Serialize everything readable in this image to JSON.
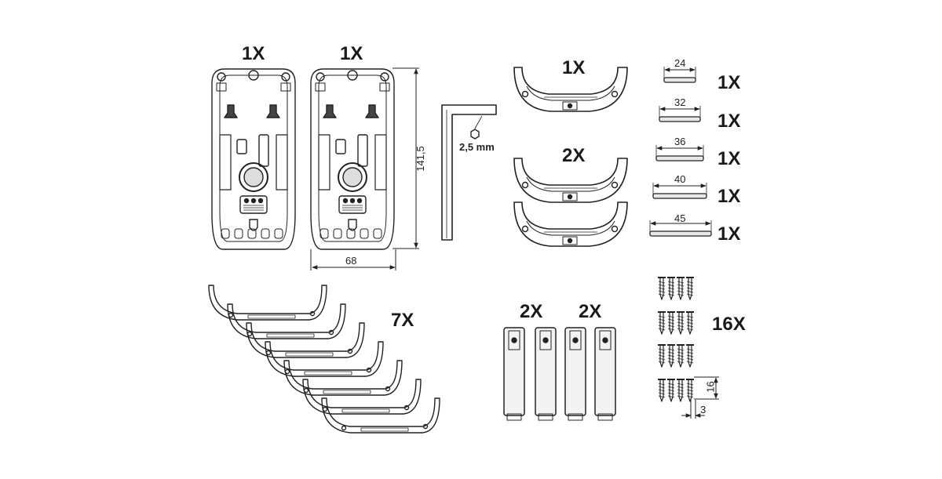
{
  "quantities": {
    "plate_left": "1X",
    "plate_right": "1X",
    "bracket_single": "1X",
    "bracket_double": "2X",
    "rods_group": "7X",
    "posts_left": "2X",
    "posts_right": "2X",
    "screws": "16X",
    "pin_24": "1X",
    "pin_32": "1X",
    "pin_36": "1X",
    "pin_40": "1X",
    "pin_45": "1X"
  },
  "dimensions": {
    "plate_height": "141,5",
    "plate_width": "68",
    "hex_key": "2,5 mm",
    "pin_24": "24",
    "pin_32": "32",
    "pin_36": "36",
    "pin_40": "40",
    "pin_45": "45",
    "screw_length": "16",
    "screw_diameter": "3"
  },
  "icons": [
    "mounting-plate-icon",
    "hex-key-icon",
    "curved-bracket-icon",
    "pin-icon",
    "curved-rod-icon",
    "post-icon",
    "screw-icon"
  ]
}
